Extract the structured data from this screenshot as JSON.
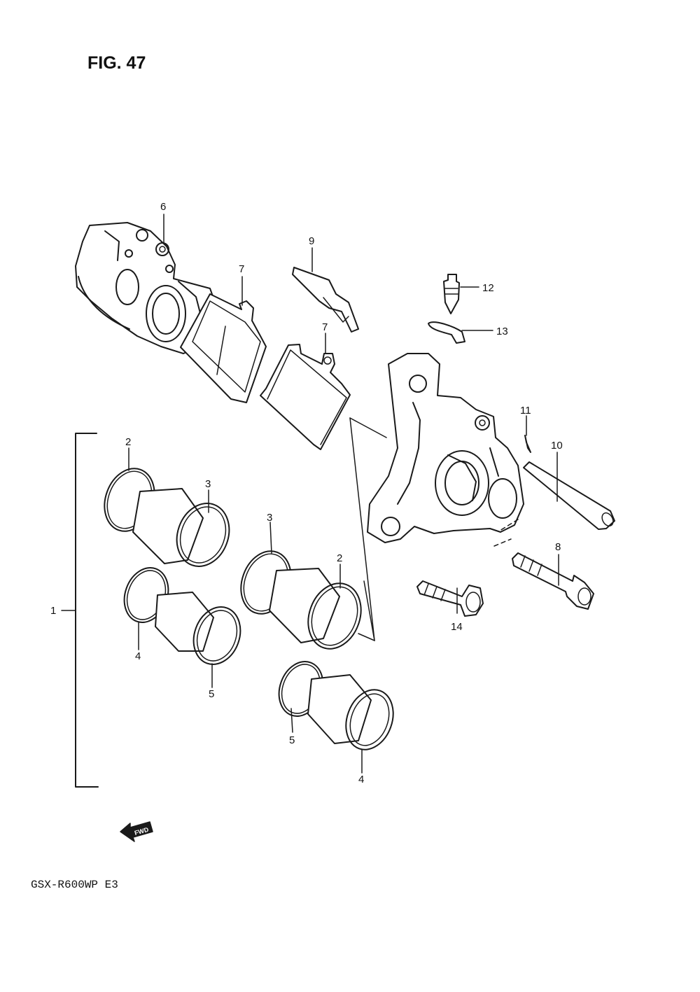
{
  "figure": {
    "title": "FIG. 47"
  },
  "model_code": "GSX-R600WP  E3",
  "fwd_label": "FWD",
  "callouts": [
    {
      "id": "c1",
      "text": "1"
    },
    {
      "id": "c2a",
      "text": "2"
    },
    {
      "id": "c2b",
      "text": "2"
    },
    {
      "id": "c3a",
      "text": "3"
    },
    {
      "id": "c3b",
      "text": "3"
    },
    {
      "id": "c4a",
      "text": "4"
    },
    {
      "id": "c4b",
      "text": "4"
    },
    {
      "id": "c5a",
      "text": "5"
    },
    {
      "id": "c5b",
      "text": "5"
    },
    {
      "id": "c6",
      "text": "6"
    },
    {
      "id": "c7a",
      "text": "7"
    },
    {
      "id": "c7b",
      "text": "7"
    },
    {
      "id": "c8",
      "text": "8"
    },
    {
      "id": "c9",
      "text": "9"
    },
    {
      "id": "c10",
      "text": "10"
    },
    {
      "id": "c11",
      "text": "11"
    },
    {
      "id": "c12",
      "text": "12"
    },
    {
      "id": "c13",
      "text": "13"
    },
    {
      "id": "c14",
      "text": "14"
    }
  ]
}
